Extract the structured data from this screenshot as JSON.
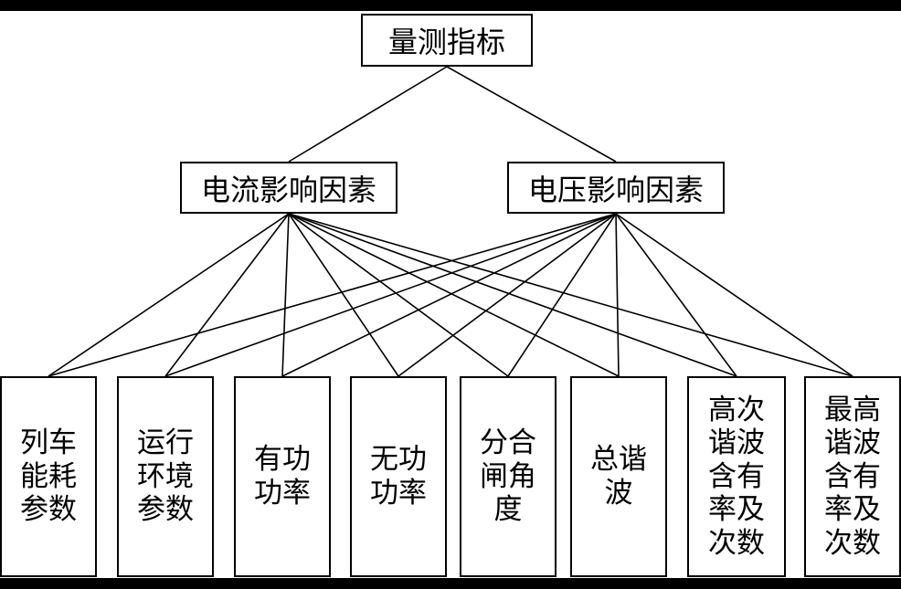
{
  "root": {
    "label": "量测指标"
  },
  "factors": [
    {
      "id": "current",
      "label": "电流影响因素"
    },
    {
      "id": "voltage",
      "label": "电压影响因素"
    }
  ],
  "indicators": [
    {
      "label": "列车能耗参数"
    },
    {
      "label": "运行环境参数"
    },
    {
      "label": "有功功率"
    },
    {
      "label": "无功功率"
    },
    {
      "label": "分合闸角度"
    },
    {
      "label": "总谐波"
    },
    {
      "label": "高次谐波含有率及次数"
    },
    {
      "label": "最高谐波含有率及次数"
    }
  ],
  "colors": {
    "background": "#000000",
    "panel": "#ffffff",
    "line": "#000000"
  }
}
